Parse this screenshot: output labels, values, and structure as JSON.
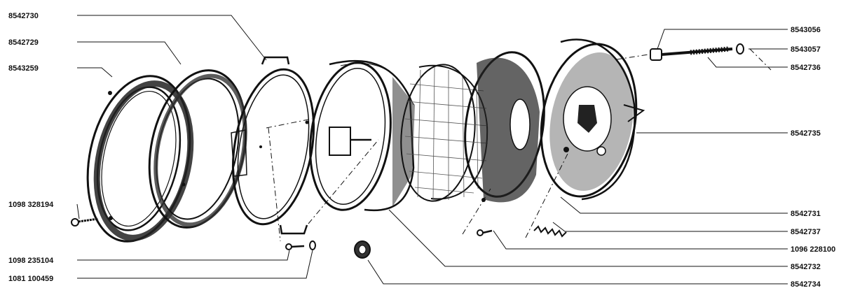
{
  "diagram": {
    "part_numbers": {
      "p8542730": "8542730",
      "p8542729": "8542729",
      "p8543259": "8543259",
      "p1098_328194": "1098 328194",
      "p1098_235104": "1098 235104",
      "p1081_100459": "1081 100459",
      "p8543056": "8543056",
      "p8543057": "8543057",
      "p8542736": "8542736",
      "p8542735": "8542735",
      "p8542731": "8542731",
      "p8542737": "8542737",
      "p1096_228100": "1096 228100",
      "p8542732": "8542732",
      "p8542734": "8542734"
    }
  }
}
